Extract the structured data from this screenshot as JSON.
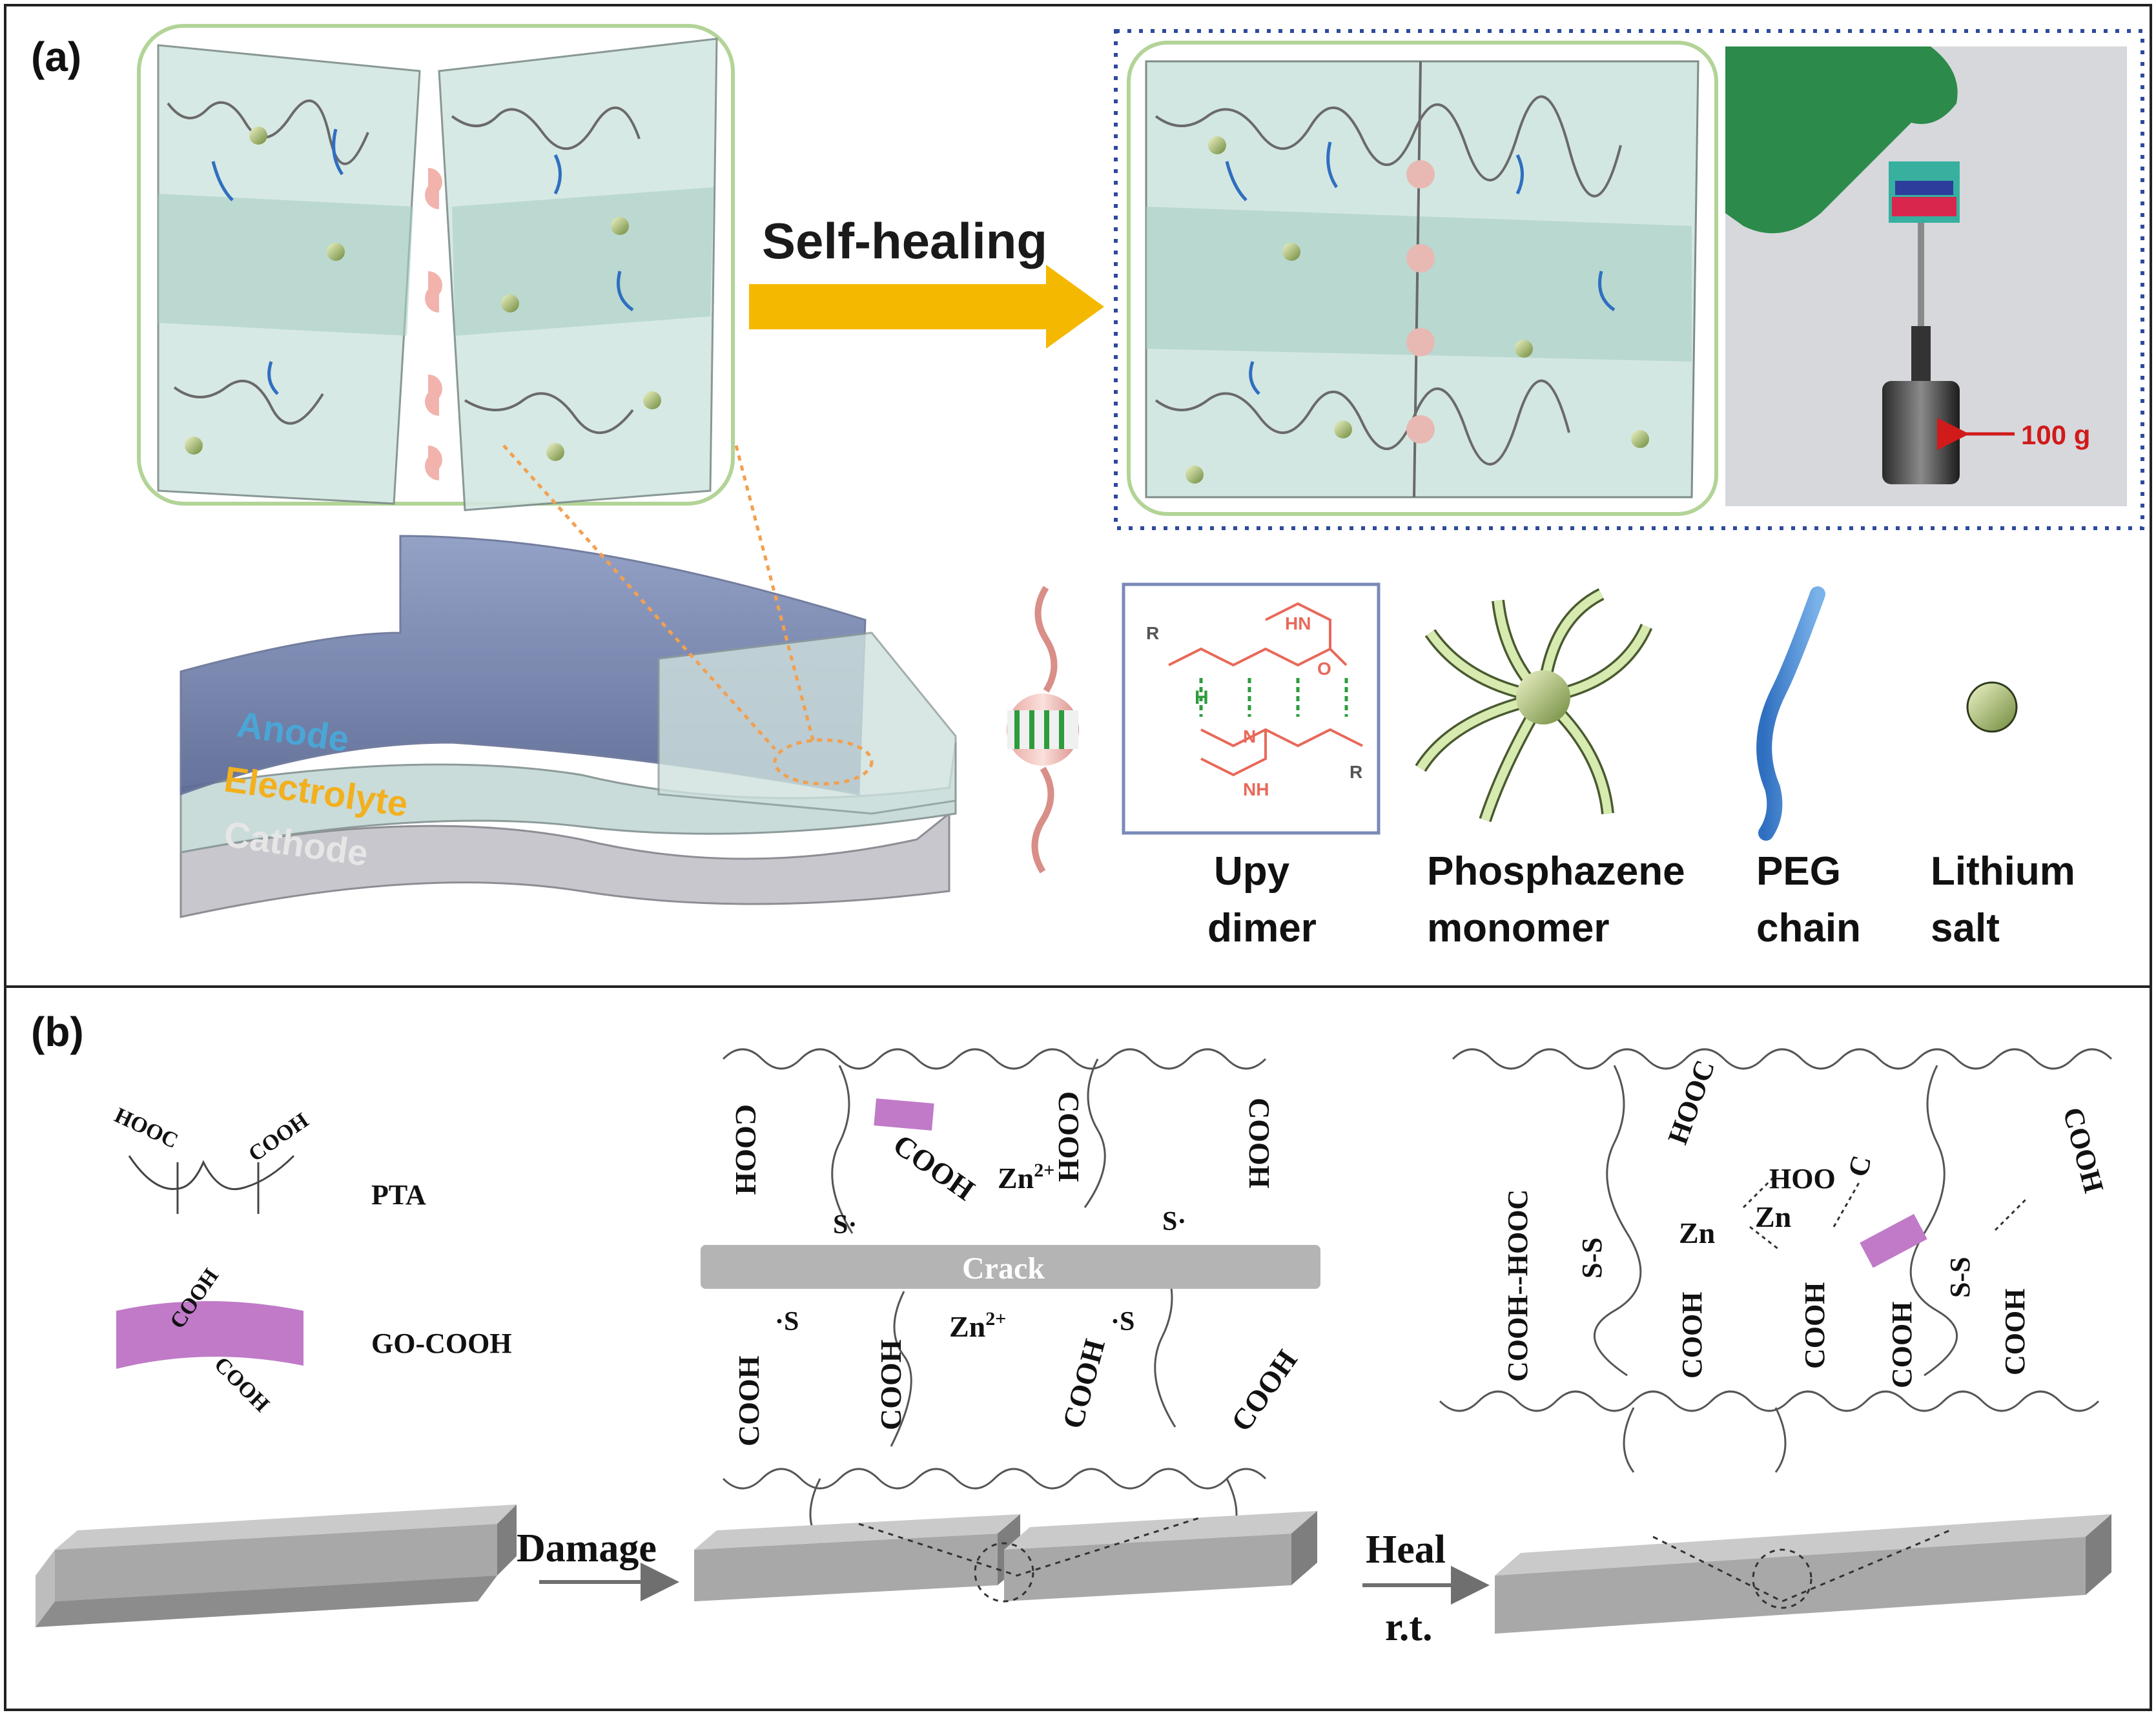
{
  "panel_a": {
    "label": "(a)",
    "arrow_label": "Self-healing",
    "layers": {
      "anode": "Anode",
      "electrolyte": "Electrolyte",
      "cathode": "Cathode"
    },
    "weight_label": "100 g",
    "legend": {
      "upy_line1": "Upy",
      "upy_line2": "dimer",
      "phos_line1": "Phosphazene",
      "phos_line2": "monomer",
      "peg_line1": "PEG",
      "peg_line2": "chain",
      "li_line1": "Lithium",
      "li_line2": "salt"
    },
    "chem": {
      "r1": "R",
      "r2": "R",
      "n": "N",
      "h": "H",
      "o": "O",
      "hn": "HN",
      "nh": "NH"
    }
  },
  "panel_b": {
    "label": "(b)",
    "pta": "PTA",
    "go_cooh": "GO-COOH",
    "cooh": "COOH",
    "hooc": "HOOC",
    "crack": "Crack",
    "zn2": "Zn",
    "zn2_sup": "2+",
    "zn": "Zn",
    "s_rad_right": "S·",
    "s_rad_left": "·S",
    "ss": "S-S",
    "cooh_hooc": "COOH--HOOC",
    "hoo": "HOO",
    "c": "C",
    "damage": "Damage",
    "heal": "Heal",
    "rt": "r.t."
  },
  "colors": {
    "cell_fill": "#c6dfd9",
    "cell_border": "#a8cf8e",
    "dotted_blue": "#2e4a9c",
    "arrow_orange": "#f5b800",
    "anode_text": "#4aa6d6",
    "electrolyte_text": "#f2b01e",
    "cathode_text": "#e6e6e6",
    "chem_red": "#e8695a",
    "chem_green": "#2e9c3c",
    "go_purple": "#c07ac8",
    "glove_green": "#2c8a4a",
    "slab_gray": "#9c9c9c",
    "crack_gray": "#b4b4b4"
  }
}
